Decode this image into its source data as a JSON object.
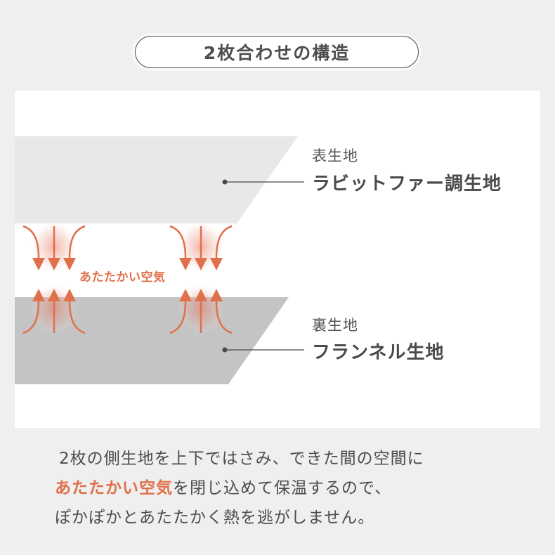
{
  "title": "2枚合わせの構造",
  "diagram": {
    "top_layer": {
      "caption": "表生地",
      "name": "ラビットファー調生地",
      "color": "#e8e8e8"
    },
    "bottom_layer": {
      "caption": "裏生地",
      "name": "フランネル生地",
      "color": "#c4c4c4"
    },
    "middle_label": "あたたかい空気",
    "arrow_color": "#e0704a"
  },
  "description": {
    "line1": "2枚の側生地を上下ではさみ、できた間の空間に",
    "line2_highlight": "あたたかい空気",
    "line2_rest": "を閉じ込めて保温するので、",
    "line3": "ぽかぽかとあたたかく熱を逃がしません。"
  }
}
